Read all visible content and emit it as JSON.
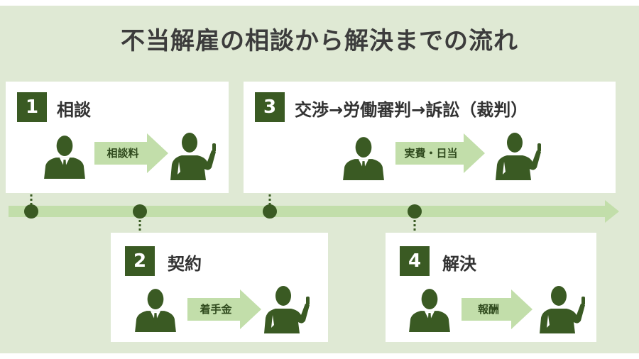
{
  "title": "不当解雇の相談から解決までの流れ",
  "colors": {
    "background": "#dfe9d4",
    "dark_green": "#3a5a23",
    "light_green": "#c2deaa",
    "card": "#ffffff"
  },
  "steps": [
    {
      "number": "1",
      "label": "相談",
      "arrow_label": "相談料"
    },
    {
      "number": "2",
      "label": "契約",
      "arrow_label": "着手金"
    },
    {
      "number": "3",
      "label": "交渉→労働審判→訴訟（裁判）",
      "arrow_label": "実費・日当"
    },
    {
      "number": "4",
      "label": "解決",
      "arrow_label": "報酬"
    }
  ],
  "icons": {
    "client": "businessman-icon",
    "lawyer": "lawyer-pointing-icon",
    "arrow": "right-arrow-icon"
  }
}
